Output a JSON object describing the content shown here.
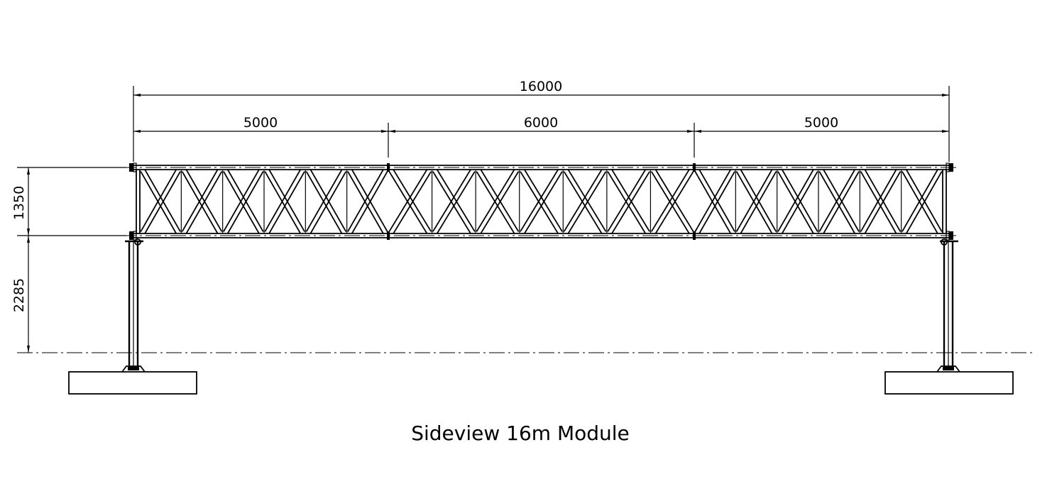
{
  "drawing": {
    "title": "Sideview 16m Module",
    "dimensions": {
      "overall_length": "16000",
      "segment_left": "5000",
      "segment_middle": "6000",
      "segment_right": "5000",
      "truss_height": "1350",
      "clearance_height": "2285"
    },
    "truss": {
      "bays_left_segment": 6,
      "bays_middle_segment": 7,
      "bays_right_segment": 6
    }
  }
}
